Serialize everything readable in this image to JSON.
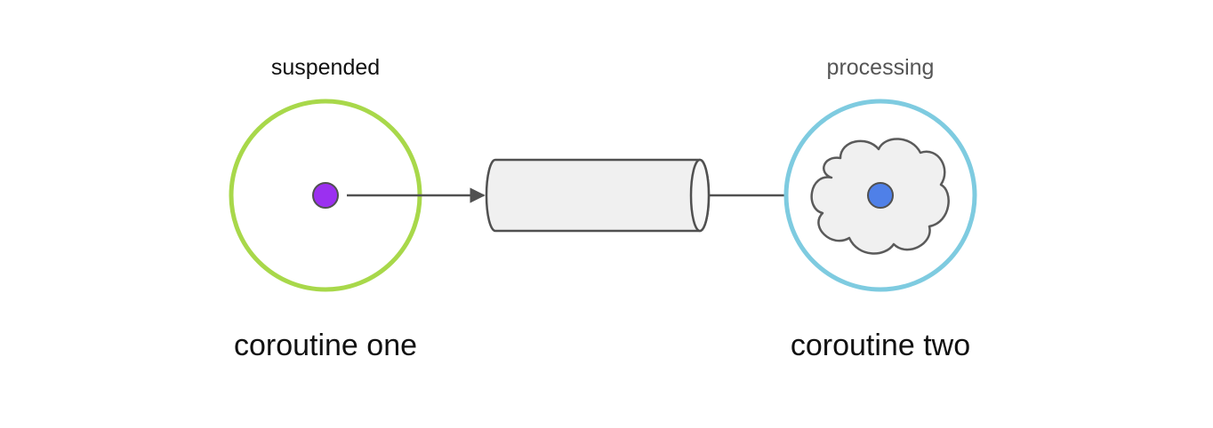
{
  "nodes": {
    "one": {
      "state": "suspended",
      "name": "coroutine one",
      "ring_color": "#a8d84a",
      "dot_color": "#9b30f0"
    },
    "two": {
      "state": "processing",
      "name": "coroutine two",
      "ring_color": "#7ecbe0",
      "dot_color": "#4f80e8"
    }
  },
  "channel": {
    "fill_color": "#f0f0f0",
    "stroke_color": "#505050"
  },
  "colors": {
    "text_primary": "#111111",
    "text_secondary": "#555555",
    "arrow": "#505050",
    "cloud_stroke": "#5a5a5a"
  }
}
